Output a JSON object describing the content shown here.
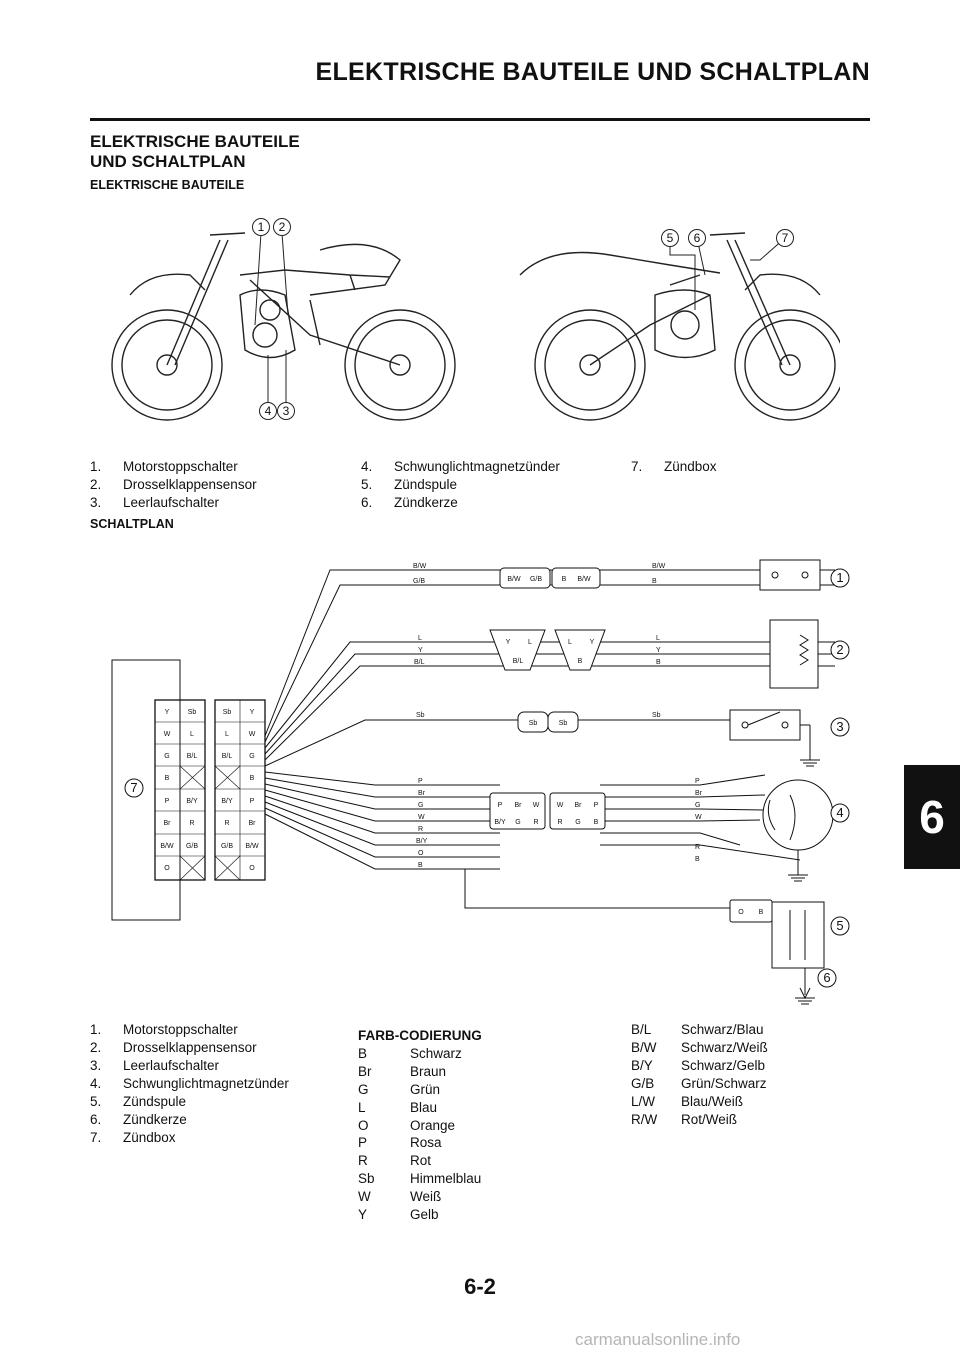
{
  "header": {
    "title": "ELEKTRISCHE BAUTEILE UND SCHALTPLAN"
  },
  "section": {
    "title_line1": "ELEKTRISCHE BAUTEILE",
    "title_line2": "UND SCHALTPLAN",
    "subtitle_components": "ELEKTRISCHE BAUTEILE",
    "subtitle_wiring": "SCHALTPLAN"
  },
  "components_list": [
    {
      "num": "1.",
      "label": "Motorstoppschalter"
    },
    {
      "num": "2.",
      "label": "Drosselklappensensor"
    },
    {
      "num": "3.",
      "label": "Leerlaufschalter"
    },
    {
      "num": "4.",
      "label": "Schwunglichtmagnetzünder"
    },
    {
      "num": "5.",
      "label": "Zündspule"
    },
    {
      "num": "6.",
      "label": "Zündkerze"
    },
    {
      "num": "7.",
      "label": "Zündbox"
    }
  ],
  "motorcycle_callouts": {
    "left": [
      "1",
      "2",
      "3",
      "4"
    ],
    "right": [
      "5",
      "6",
      "7"
    ]
  },
  "diagram": {
    "callouts": [
      "1",
      "2",
      "3",
      "4",
      "5",
      "6",
      "7"
    ],
    "wire_labels_left": {
      "stop": [
        "B/W",
        "G/B"
      ],
      "tps": [
        "L",
        "Y",
        "B/L"
      ],
      "neutral": [
        "Sb"
      ],
      "mag": [
        "P",
        "Br",
        "G",
        "W",
        "R",
        "B/Y",
        "O",
        "B"
      ]
    },
    "wire_labels_right": {
      "stop": [
        "B/W",
        "B"
      ],
      "tps": [
        "L",
        "Y",
        "B"
      ],
      "neutral": [
        "Sb"
      ],
      "mag": [
        "P",
        "Br",
        "G",
        "W",
        "R",
        "B"
      ]
    },
    "conn_stop": [
      "B/W",
      "G/B",
      "B",
      "B/W"
    ],
    "conn_tps_left": [
      "Y",
      "L",
      "B/L"
    ],
    "conn_tps_right": [
      "L",
      "Y",
      "B"
    ],
    "conn_neutral": [
      "Sb",
      "Sb"
    ],
    "conn_mag_left": [
      [
        "P",
        "Br",
        "W"
      ],
      [
        "B/Y",
        "G",
        "R"
      ]
    ],
    "conn_mag_right": [
      [
        "W",
        "Br",
        "P"
      ],
      [
        "R",
        "G",
        "B"
      ]
    ],
    "conn_coil": [
      "O",
      "B"
    ],
    "cdi_left": [
      [
        "Y",
        "Sb"
      ],
      [
        "W",
        "L"
      ],
      [
        "G",
        "B/L"
      ],
      [
        "B",
        ""
      ],
      [
        "P",
        "B/Y"
      ],
      [
        "Br",
        "R"
      ],
      [
        "B/W",
        "G/B"
      ],
      [
        "O",
        ""
      ]
    ],
    "cdi_right": [
      [
        "Sb",
        "Y"
      ],
      [
        "L",
        "W"
      ],
      [
        "B/L",
        "G"
      ],
      [
        "",
        "B"
      ],
      [
        "B/Y",
        "P"
      ],
      [
        "R",
        "Br"
      ],
      [
        "G/B",
        "B/W"
      ],
      [
        "",
        "O"
      ]
    ]
  },
  "farb": {
    "title": "FARB-CODIERUNG",
    "codes": [
      {
        "k": "B",
        "v": "Schwarz"
      },
      {
        "k": "Br",
        "v": "Braun"
      },
      {
        "k": "G",
        "v": "Grün"
      },
      {
        "k": "L",
        "v": "Blau"
      },
      {
        "k": "O",
        "v": "Orange"
      },
      {
        "k": "P",
        "v": "Rosa"
      },
      {
        "k": "R",
        "v": "Rot"
      },
      {
        "k": "Sb",
        "v": "Himmelblau"
      },
      {
        "k": "W",
        "v": "Weiß"
      },
      {
        "k": "Y",
        "v": "Gelb"
      }
    ],
    "codes2": [
      {
        "k": "B/L",
        "v": "Schwarz/Blau"
      },
      {
        "k": "B/W",
        "v": "Schwarz/Weiß"
      },
      {
        "k": "B/Y",
        "v": "Schwarz/Gelb"
      },
      {
        "k": "G/B",
        "v": "Grün/Schwarz"
      },
      {
        "k": "L/W",
        "v": "Blau/Weiß"
      },
      {
        "k": "R/W",
        "v": "Rot/Weiß"
      }
    ]
  },
  "tab": "6",
  "page_number": "6-2",
  "watermark": "carmanualsonline.info"
}
